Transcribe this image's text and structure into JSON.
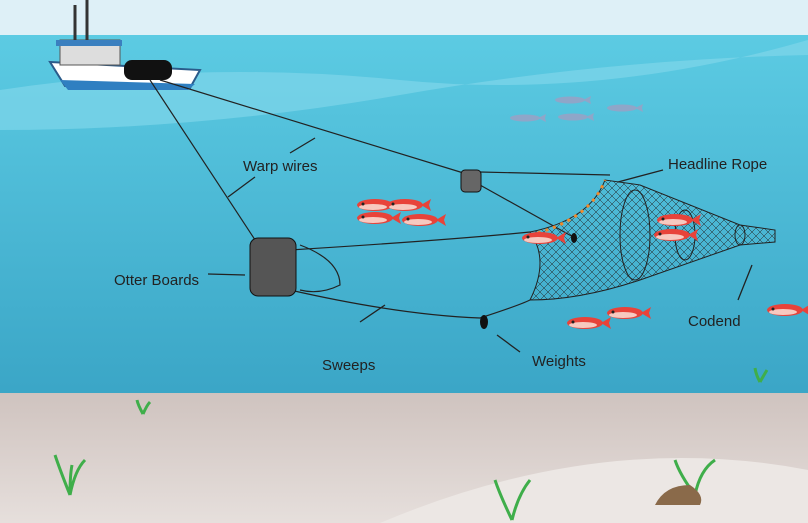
{
  "labels": {
    "warp_wires": "Warp wires",
    "headline_rope": "Headline Rope",
    "otter_boards": "Otter Boards",
    "codend": "Codend",
    "sweeps": "Sweeps",
    "weights": "Weights"
  },
  "colors": {
    "sky": "#def0f7",
    "water": "#4cbfdc",
    "water_deep": "#3aa8c8",
    "seabed": "#d9cfcb",
    "fish": "#e8433a",
    "float": "#f08a2c"
  }
}
